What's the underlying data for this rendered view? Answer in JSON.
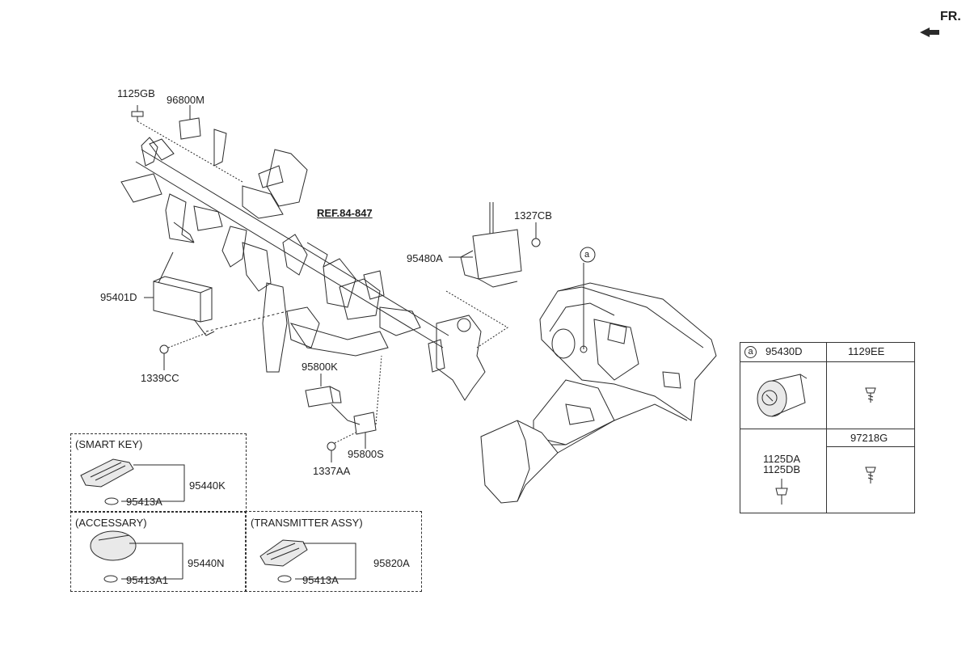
{
  "orientation": {
    "label": "FR."
  },
  "reference": {
    "label": "REF.84-847"
  },
  "callout_a": "a",
  "parts": {
    "p1125GB": "1125GB",
    "p96800M": "96800M",
    "p95401D": "95401D",
    "p1339CC": "1339CC",
    "p1327CB": "1327CB",
    "p95480A": "95480A",
    "p95800K": "95800K",
    "p95800S": "95800S",
    "p1337AA": "1337AA"
  },
  "smart_key_box": {
    "title": "(SMART KEY)",
    "part_main": "95440K",
    "part_battery": "95413A"
  },
  "accessory_box": {
    "title": "(ACCESSARY)",
    "part_main": "95440N",
    "part_battery": "95413A1"
  },
  "transmitter_box": {
    "title": "(TRANSMITTER ASSY)",
    "part_main": "95820A",
    "part_battery": "95413A"
  },
  "detail_table": {
    "callout": "a",
    "header_left": "95430D",
    "header_right": "1129EE",
    "row2_right": "97218G",
    "row2_left_line1": "1125DA",
    "row2_left_line2": "1125DB"
  }
}
